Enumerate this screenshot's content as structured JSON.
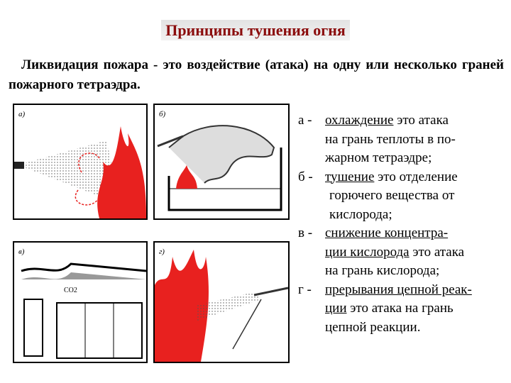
{
  "title": "Принципы тушения огня",
  "intro": "Ликвидация  пожара - это воздействие (атака)  на одну или несколько граней пожарного тетраэдра.",
  "panel_labels": {
    "a": "а)",
    "b": "б)",
    "v": "в)",
    "g": "г)",
    "co2": "CO2"
  },
  "items": [
    {
      "letter": "а -",
      "term": "охлаждение",
      "lines": [
        " это атака",
        "на грань теплоты в по-",
        "жарном тетраэдре;"
      ]
    },
    {
      "letter": "б -",
      "term": "тушение",
      "lines": [
        " это отделение",
        "горючего вещества от",
        "кислорода;"
      ]
    },
    {
      "letter": "в -",
      "term_lines": [
        "снижение концентра-",
        "ции кислорода"
      ],
      "lines": [
        " это атака",
        "на грань кислорода;"
      ]
    },
    {
      "letter": "г -",
      "term_lines": [
        "прерывания цепной реак-",
        "ции"
      ],
      "lines": [
        " это атака на грань",
        "цепной реакции."
      ]
    }
  ],
  "colors": {
    "title": "#8b0d0d",
    "fire": "#e8211f",
    "ink": "#000000"
  }
}
